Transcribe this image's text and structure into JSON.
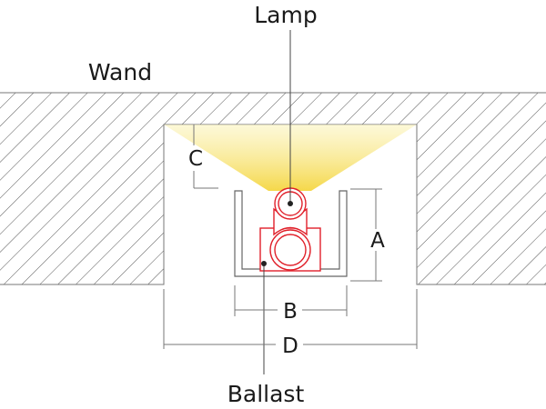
{
  "labels": {
    "lamp": "Lamp",
    "wall": "Wand",
    "ballast": "Ballast",
    "dim_a": "A",
    "dim_b": "B",
    "dim_c": "C",
    "dim_d": "D"
  },
  "colors": {
    "hatch": "#555555",
    "lamp_outline": "#e0202a",
    "light_glow": "#f3e05a",
    "channel": "#666666",
    "dimension": "#777777"
  }
}
